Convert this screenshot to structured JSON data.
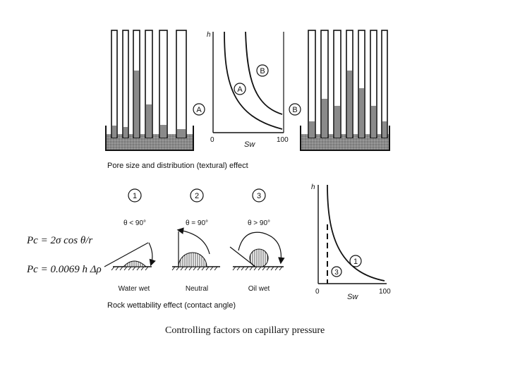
{
  "top_panel": {
    "left_marker": "A",
    "right_marker": "B",
    "chart": {
      "y_label": "h",
      "x_label": "Sw",
      "x_min_label": "0",
      "x_max_label": "100",
      "curve_a_label": "A",
      "curve_b_label": "B"
    },
    "caption": "Pore size and distribution (textural) effect"
  },
  "bottom_panel": {
    "cases": [
      {
        "number": "1",
        "angle": "θ < 90°",
        "label": "Water wet"
      },
      {
        "number": "2",
        "angle": "θ = 90°",
        "label": "Neutral"
      },
      {
        "number": "3",
        "angle": "θ > 90°",
        "label": "Oil wet"
      }
    ],
    "caption": "Rock wettability effect (contact angle)",
    "chart": {
      "y_label": "h",
      "x_label": "Sw",
      "x_min_label": "0",
      "x_max_label": "100",
      "curve_1_label": "1",
      "curve_3_label": "3"
    }
  },
  "equations": {
    "eq1": "Pc = 2σ cos θ/r",
    "eq2": "Pc = 0.0069 h Δρ"
  },
  "title": "Controlling factors on capillary pressure"
}
